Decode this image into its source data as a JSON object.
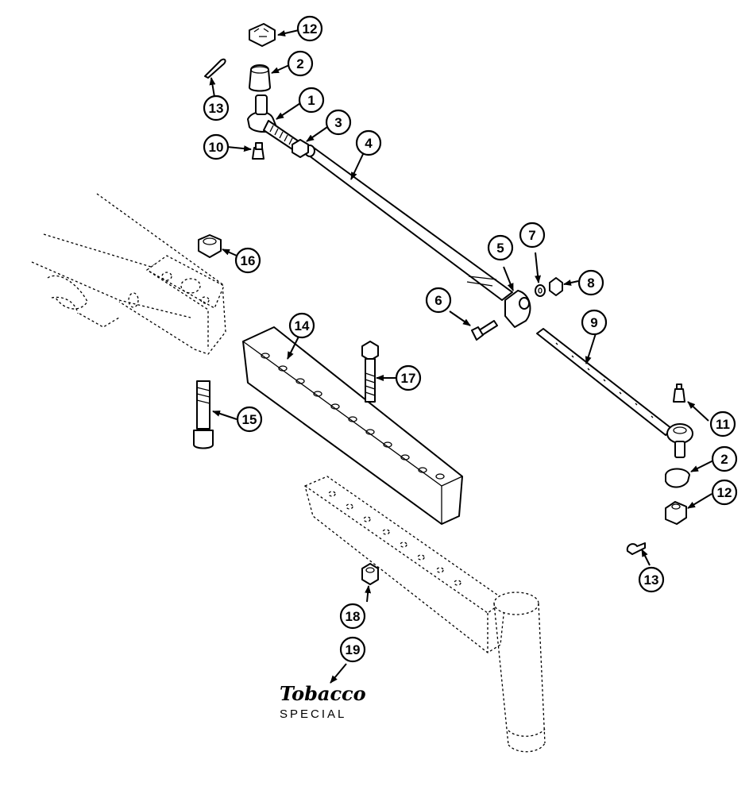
{
  "callouts": [
    {
      "num": "12"
    },
    {
      "num": "2"
    },
    {
      "num": "13"
    },
    {
      "num": "1"
    },
    {
      "num": "3"
    },
    {
      "num": "4"
    },
    {
      "num": "10"
    },
    {
      "num": "16"
    },
    {
      "num": "5"
    },
    {
      "num": "7"
    },
    {
      "num": "8"
    },
    {
      "num": "6"
    },
    {
      "num": "9"
    },
    {
      "num": "14"
    },
    {
      "num": "17"
    },
    {
      "num": "15"
    },
    {
      "num": "11"
    },
    {
      "num": "2"
    },
    {
      "num": "12"
    },
    {
      "num": "13"
    },
    {
      "num": "18"
    },
    {
      "num": "19"
    }
  ],
  "badge": {
    "title": "Tobacco",
    "subtitle": "SPECIAL"
  }
}
